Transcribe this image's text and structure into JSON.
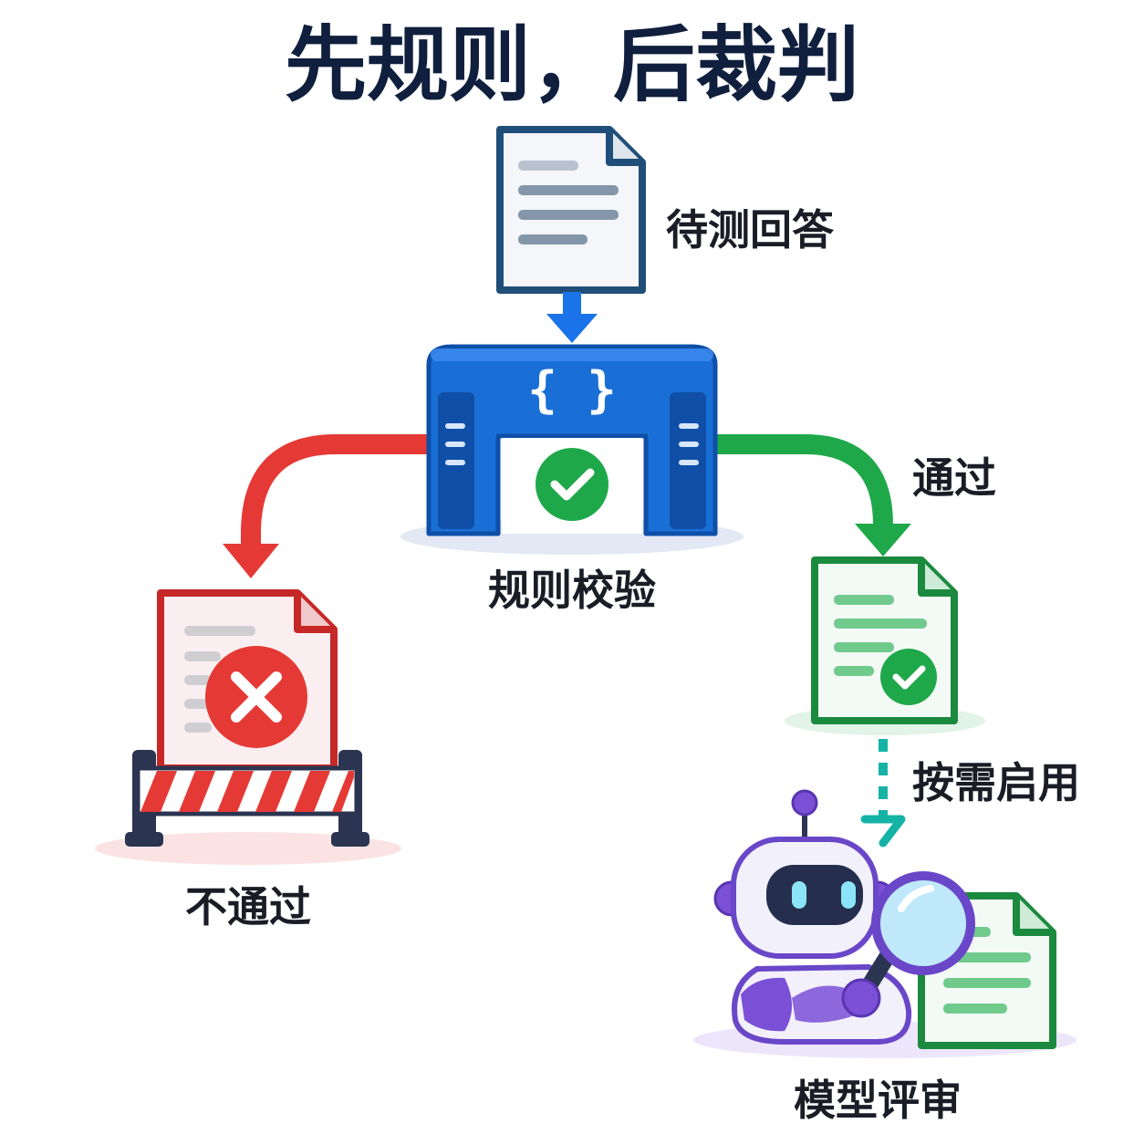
{
  "title": "先规则，后裁判",
  "nodes": {
    "input": {
      "label": "待测回答"
    },
    "rule_gate": {
      "label": "规则校验",
      "glyph": "{ }"
    },
    "fail": {
      "label": "不通过"
    },
    "pass": {
      "label": "通过"
    },
    "optional": {
      "label": "按需启用"
    },
    "judge": {
      "label": "模型评审"
    }
  },
  "icons": {
    "input": "document-icon",
    "rule_gate": "gate-machine-icon",
    "fail": "rejected-document-icon",
    "barrier": "barrier-icon",
    "pass": "approved-document-icon",
    "judge": "robot-reviewer-icon",
    "magnifier": "magnifier-icon"
  },
  "colors": {
    "title": "#0f1f3d",
    "text": "#1a1d26",
    "input_doc": "#1f4e79",
    "gate": "#1a6fd6",
    "fail": "#e53935",
    "pass": "#1fa84a",
    "optional": "#14b3a6",
    "robot": "#7b4fd6"
  }
}
